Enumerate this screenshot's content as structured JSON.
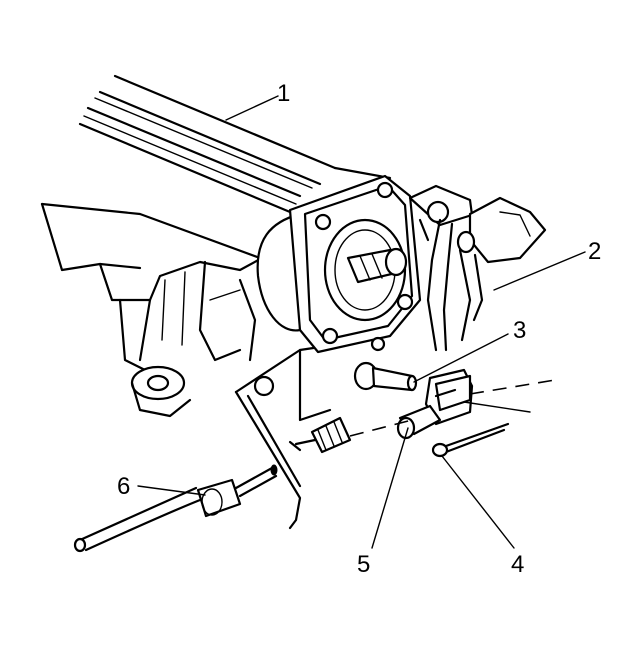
{
  "callouts": [
    {
      "label": "1"
    },
    {
      "label": "2"
    },
    {
      "label": "3"
    },
    {
      "label": "4"
    },
    {
      "label": "5"
    },
    {
      "label": "6"
    }
  ],
  "colors": {
    "line": "#000000",
    "background": "#ffffff"
  }
}
